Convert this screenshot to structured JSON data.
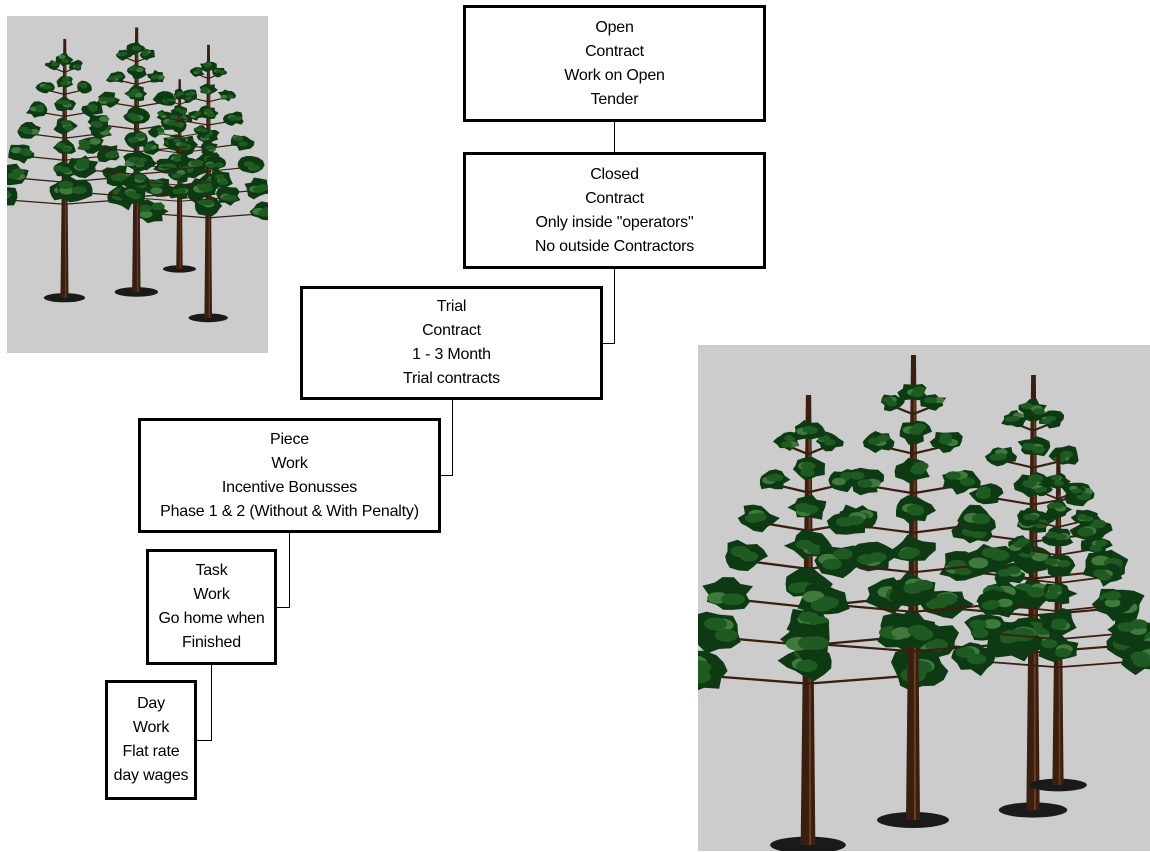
{
  "diagram": {
    "boxes": [
      {
        "id": "open",
        "lines": [
          "Open",
          "Contract",
          "Work on Open",
          "Tender"
        ]
      },
      {
        "id": "closed",
        "lines": [
          "Closed",
          "Contract",
          "Only inside \"operators\"",
          "No outside Contractors"
        ]
      },
      {
        "id": "trial",
        "lines": [
          "Trial",
          "Contract",
          "1 - 3 Month",
          "Trial contracts"
        ]
      },
      {
        "id": "piece",
        "lines": [
          "Piece",
          "Work",
          "Incentive Bonusses",
          "Phase 1 & 2 (Without & With Penalty)"
        ]
      },
      {
        "id": "task",
        "lines": [
          "Task",
          "Work",
          "Go home when",
          "Finished"
        ]
      },
      {
        "id": "day",
        "lines": [
          "Day",
          "Work",
          "Flat rate",
          "day wages"
        ]
      }
    ]
  },
  "images": [
    {
      "name": "pine-trees-small",
      "background": "#cccccc"
    },
    {
      "name": "pine-trees-large",
      "background": "#cccccc"
    }
  ],
  "colors": {
    "foliage_dark": "#0d3a12",
    "foliage_mid": "#1f5a23",
    "foliage_light": "#3f7a3c",
    "trunk": "#3a1f10",
    "trunk_highlight": "#6b3e22",
    "shadow": "#1a1a1a",
    "panel_bg": "#cccccc"
  }
}
